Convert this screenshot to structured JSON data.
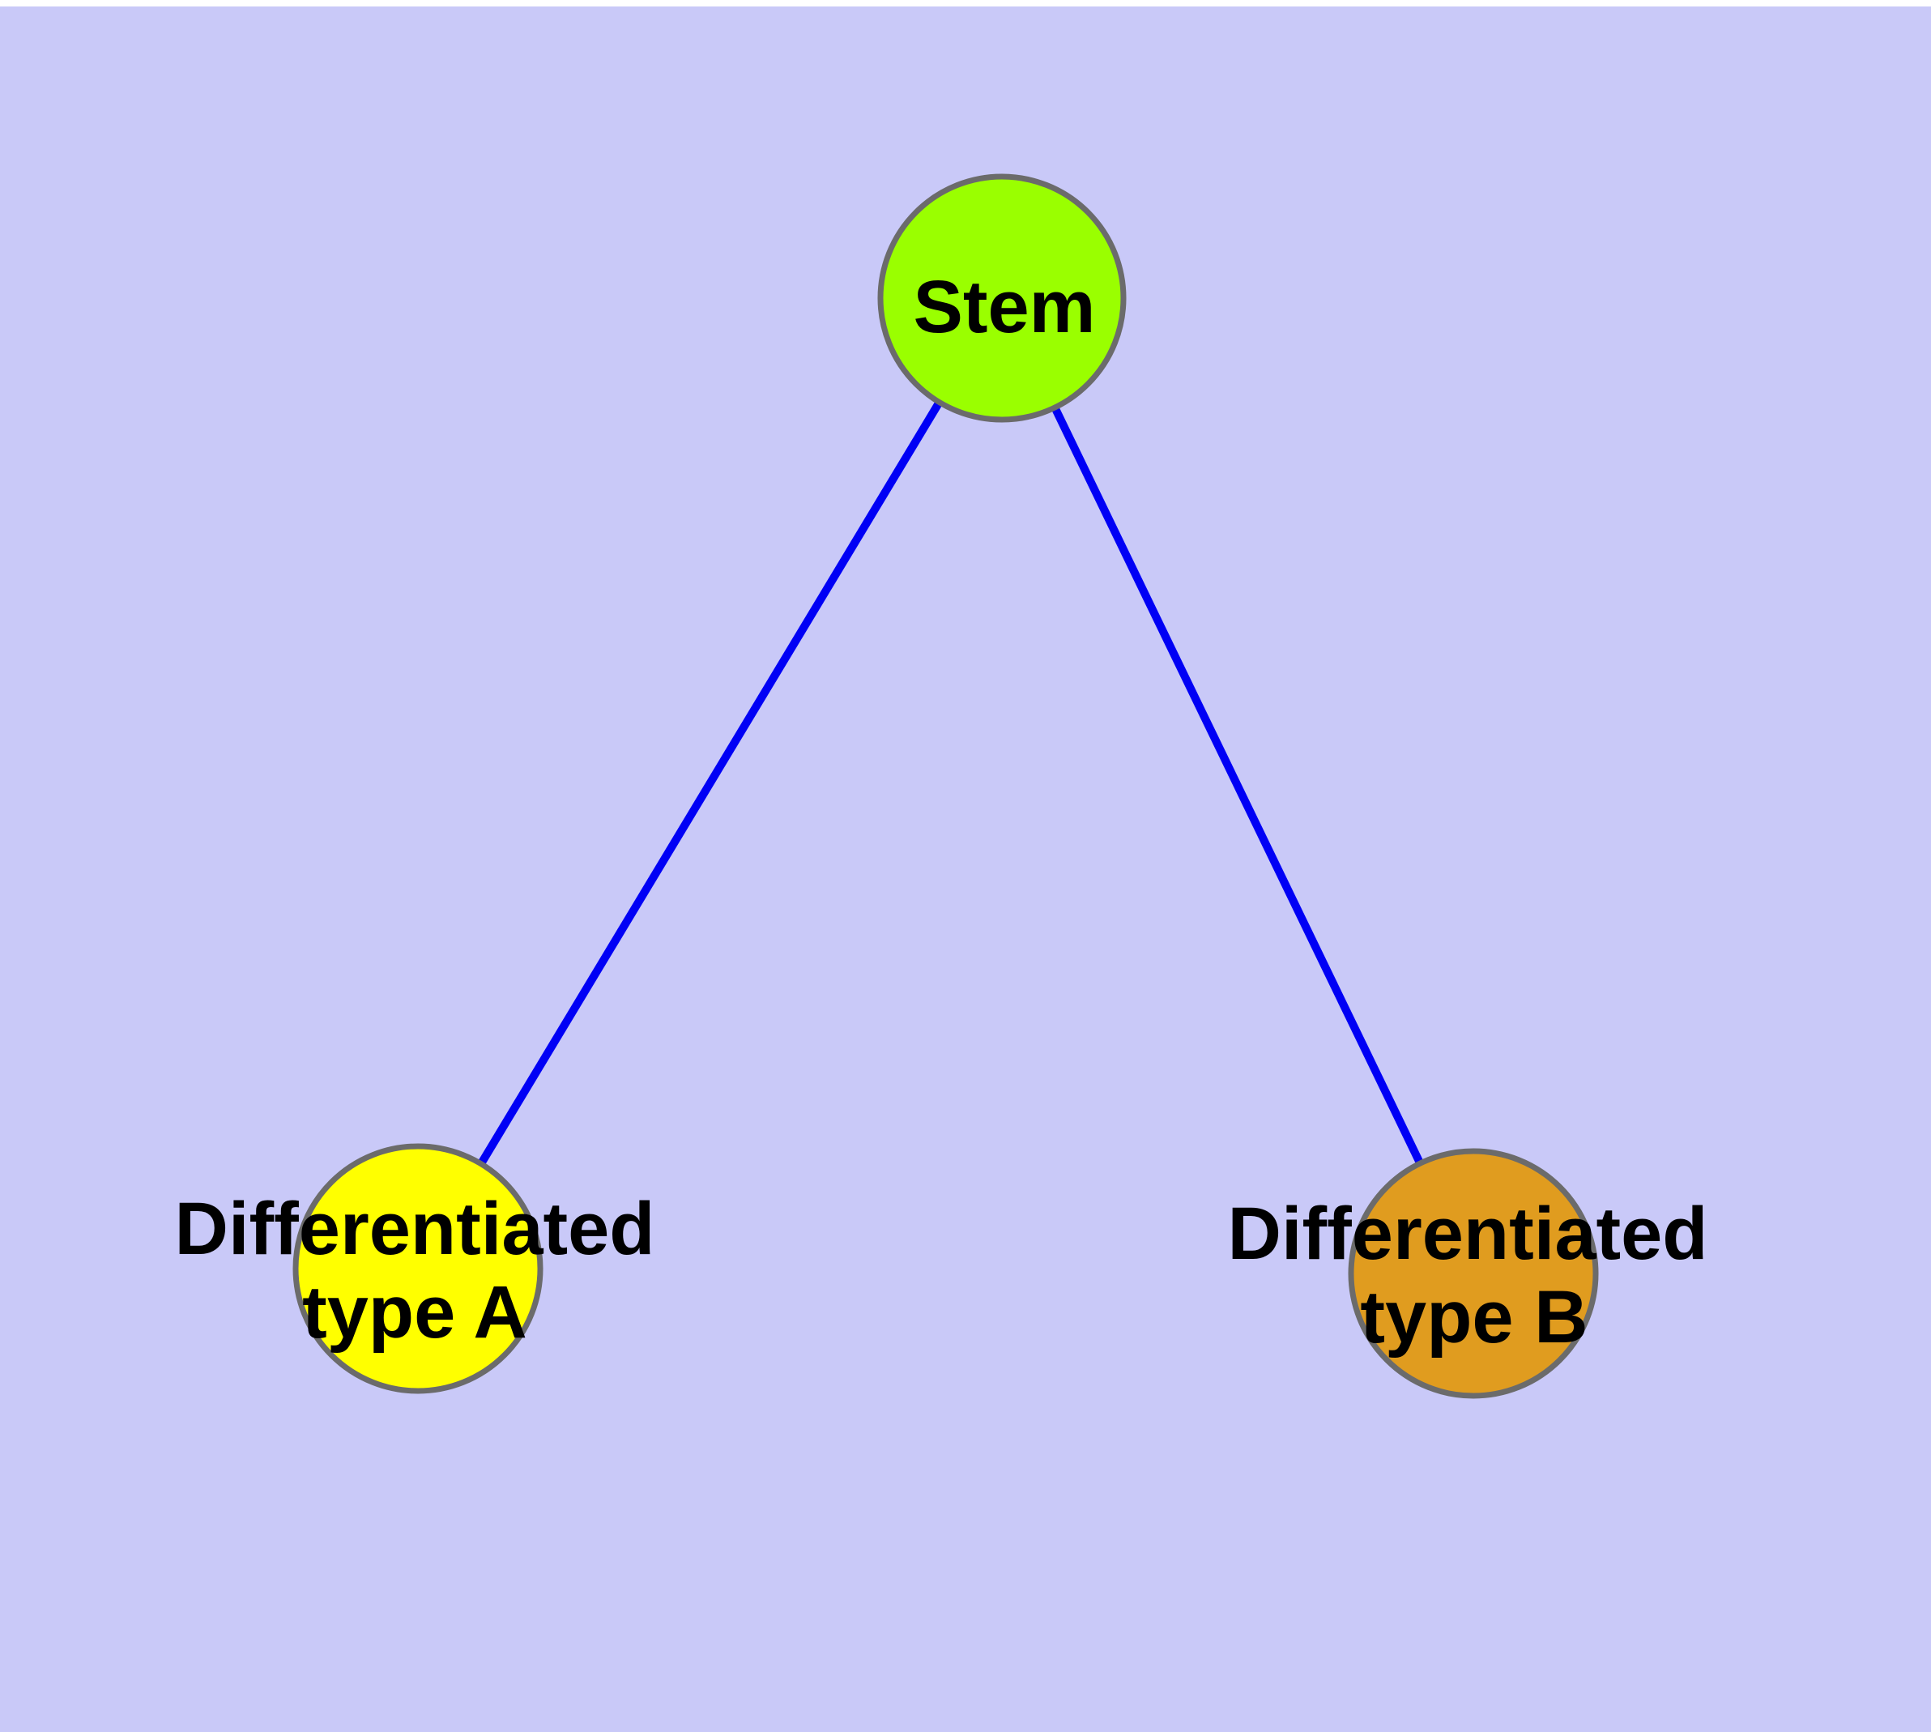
{
  "diagram": {
    "type": "graph",
    "description": "Cell differentiation graph: one stem node connected to two differentiated cell type nodes",
    "background_color": "#c9c9f8",
    "top_strip_color": "#ffffff",
    "edge_color": "#0000f5",
    "node_border_color": "#6b6b6b",
    "label_color": "#000000",
    "nodes": [
      {
        "id": "stem",
        "label": "Stem",
        "line1": "Stem",
        "line2": "",
        "fill": "#9aff00"
      },
      {
        "id": "diff-a",
        "label": "Differentiated type A",
        "line1": "Differentiated",
        "line2": "type A",
        "fill": "#ffff00"
      },
      {
        "id": "diff-b",
        "label": "Differentiated type B",
        "line1": "Differentiated",
        "line2": "type B",
        "fill": "#e09c1f"
      }
    ],
    "edges": [
      {
        "from": "Stem",
        "to": "Differentiated type A"
      },
      {
        "from": "Stem",
        "to": "Differentiated type B"
      }
    ]
  }
}
